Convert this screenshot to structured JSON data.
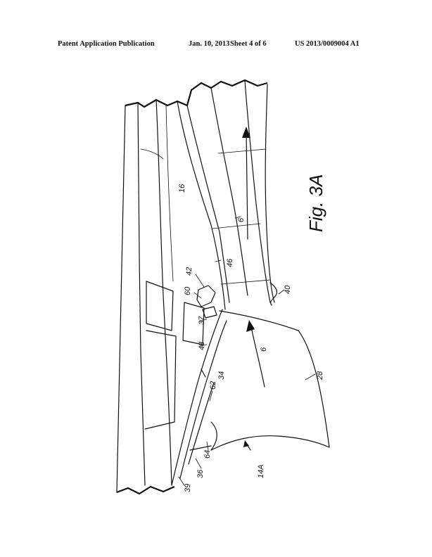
{
  "header": {
    "publication": "Patent Application Publication",
    "date": "Jan. 10, 2013",
    "sheet": "Sheet 4 of 6",
    "number": "US 2013/0009004 A1"
  },
  "figure": {
    "title": "Fig. 3A",
    "labels": {
      "l16": "16",
      "l42": "42",
      "l46": "46",
      "l60": "60",
      "l40": "40",
      "l37": "37",
      "l48": "48",
      "l6a": "6",
      "l6b": "6",
      "l34": "34",
      "l62": "62",
      "l28": "28",
      "l64": "64",
      "l36": "36",
      "l39": "39",
      "l14a": "14A"
    }
  }
}
